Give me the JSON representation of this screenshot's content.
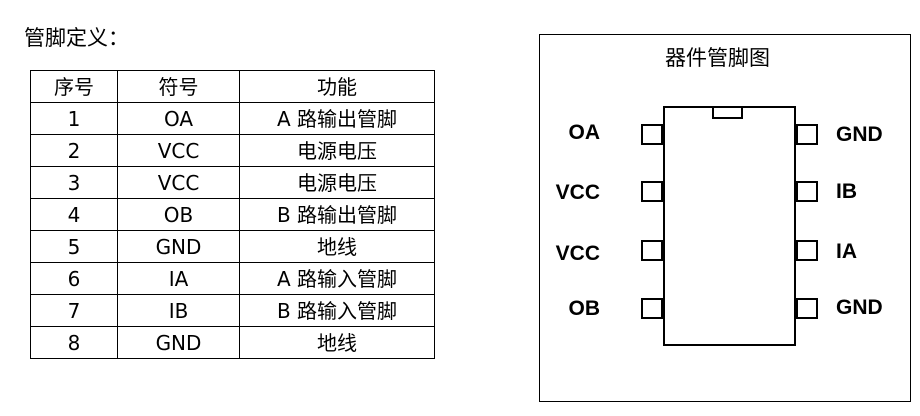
{
  "section_title": "管脚定义：",
  "table": {
    "headers": [
      "序号",
      "符号",
      "功能"
    ],
    "rows": [
      [
        "1",
        "OA",
        "A 路输出管脚"
      ],
      [
        "2",
        "VCC",
        "电源电压"
      ],
      [
        "3",
        "VCC",
        "电源电压"
      ],
      [
        "4",
        "OB",
        "B 路输出管脚"
      ],
      [
        "5",
        "GND",
        "地线"
      ],
      [
        "6",
        "IA",
        "A 路输入管脚"
      ],
      [
        "7",
        "IB",
        "B 路输入管脚"
      ],
      [
        "8",
        "GND",
        "地线"
      ]
    ]
  },
  "diagram": {
    "title": "器件管脚图",
    "left_pins": [
      "OA",
      "VCC",
      "VCC",
      "OB"
    ],
    "right_pins": [
      "GND",
      "IB",
      "IA",
      "GND"
    ]
  }
}
